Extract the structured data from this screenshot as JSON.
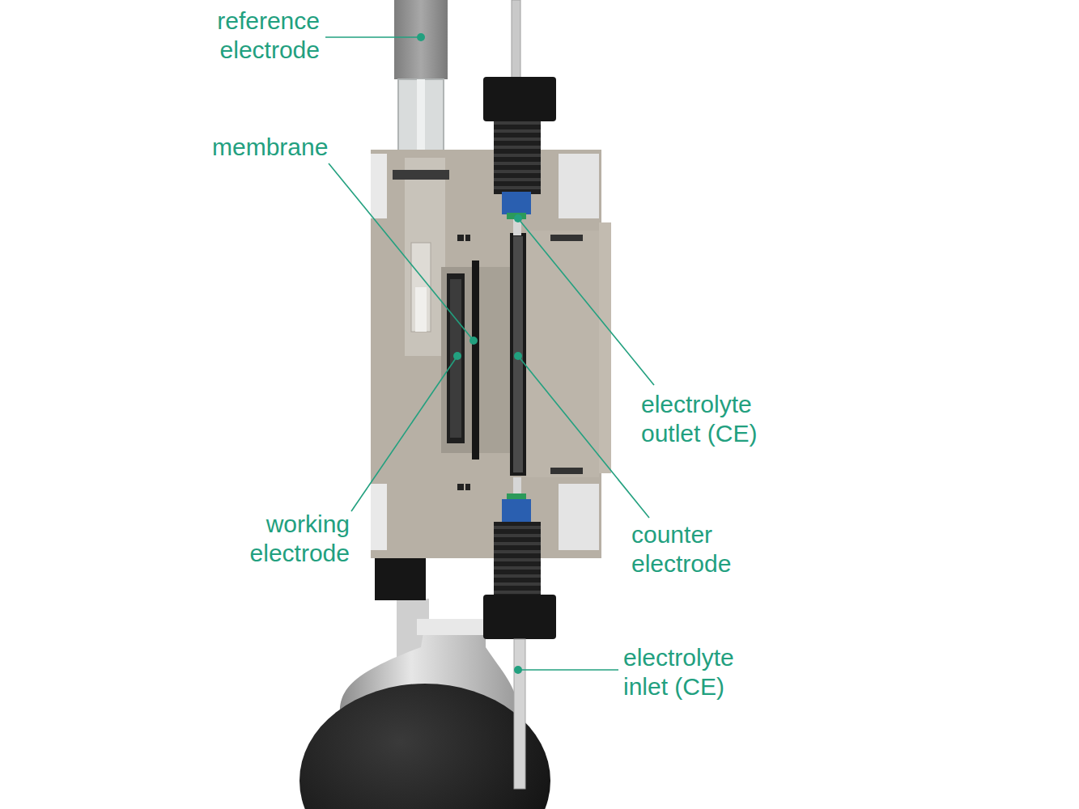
{
  "diagram": {
    "labels": [
      "reference electrode",
      "membrane",
      "working electrode",
      "electrolyte outlet (CE)",
      "counter electrode",
      "electrolyte inlet (CE)"
    ]
  }
}
